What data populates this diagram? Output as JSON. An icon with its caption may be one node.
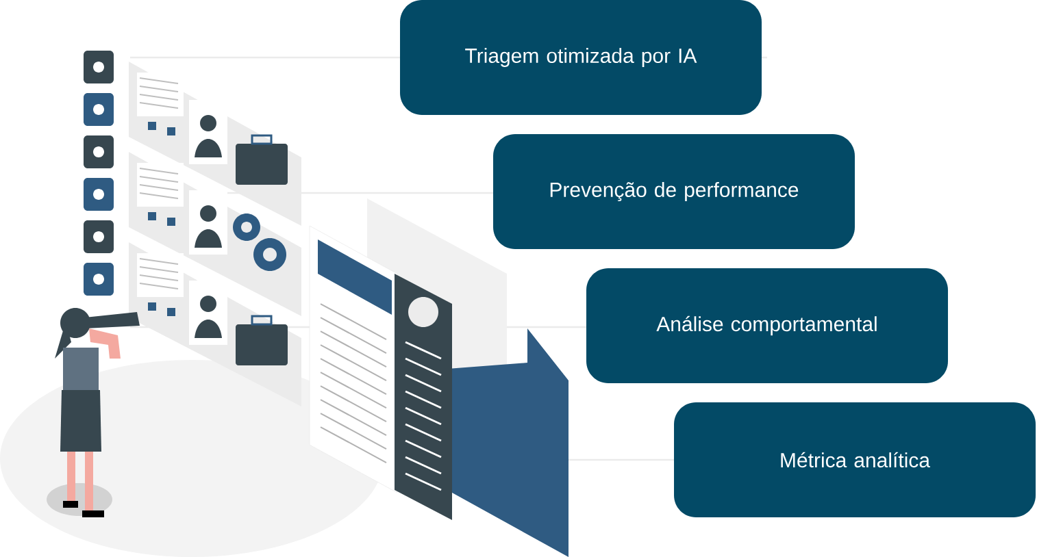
{
  "diagram": {
    "nodes": [
      {
        "text": [
          "Triagem otimizada por IA"
        ]
      },
      {
        "text": [
          "Prevenção de performance"
        ]
      },
      {
        "text": [
          "Análise comportamental"
        ]
      },
      {
        "text": [
          "Métrica analítica"
        ]
      }
    ]
  }
}
